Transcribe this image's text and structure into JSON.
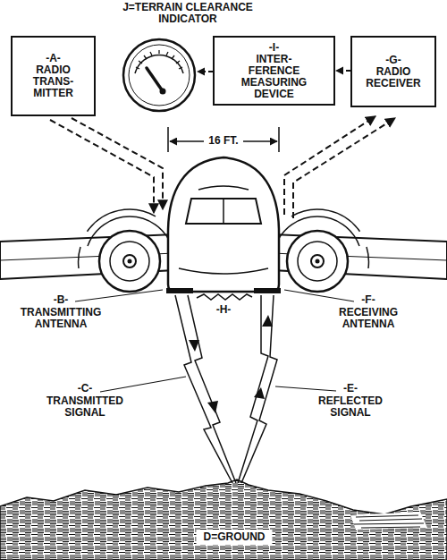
{
  "diagram": {
    "nodes": [
      {
        "text": [
          "-A-",
          "RADIO TRANS- MITTER"
        ]
      },
      {
        "text": [
          "J=TERRAIN CLEARANCE INDICATOR"
        ]
      },
      {
        "text": [
          "-I-",
          "INTER- FERENCE MEASURING DEVICE"
        ]
      },
      {
        "text": [
          "-G-",
          "RADIO RECEIVER"
        ]
      }
    ],
    "edges": [
      {
        "from": 3,
        "to": 2,
        "arrow": "to"
      },
      {
        "from": 2,
        "to": 1,
        "arrow": "to"
      }
    ],
    "labels": [
      "16 FT.",
      "-B-",
      "TRANSMITTING ANTENNA",
      "-H-",
      "-F-",
      "RECEIVING ANTENNA",
      "-C-",
      "TRANSMITTED SIGNAL",
      "-E-",
      "REFLECTED SIGNAL",
      "D=GROUND"
    ]
  }
}
